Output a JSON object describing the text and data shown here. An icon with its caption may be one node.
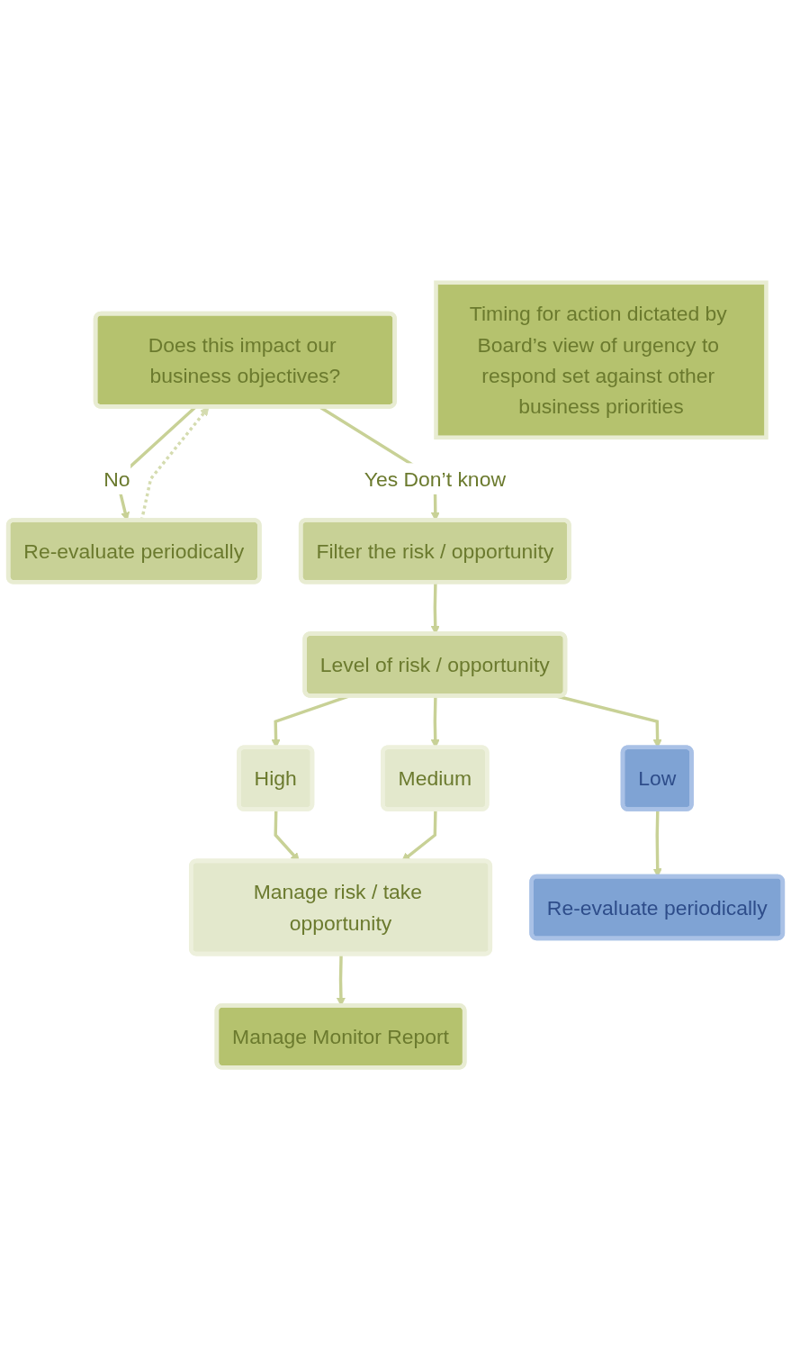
{
  "diagram": {
    "nodes": [
      {
        "text": [
          "Does this impact our business objectives?"
        ]
      },
      {
        "text": [
          "Re-evaluate periodically"
        ]
      },
      {
        "text": [
          "Filter the risk / opportunity"
        ]
      },
      {
        "text": [
          "Level of risk / opportunity"
        ]
      },
      {
        "text": [
          "High"
        ]
      },
      {
        "text": [
          "Medium"
        ]
      },
      {
        "text": [
          "Low"
        ]
      },
      {
        "text": [
          "Manage risk / take opportunity"
        ]
      },
      {
        "text": [
          "Re-evaluate periodically"
        ]
      },
      {
        "text": [
          "Manage Monitor Report"
        ]
      },
      {
        "text": [
          "Timing for action dictated by Board’s view of urgency to respond set against other business priorities"
        ]
      }
    ],
    "edges": [
      {
        "from": 0,
        "to": 1,
        "arrow": "to",
        "label": "No"
      },
      {
        "from": 1,
        "to": 0,
        "arrow": "to",
        "style": "dashed"
      },
      {
        "from": 0,
        "to": 2,
        "arrow": "to",
        "label": "Yes Don’t know"
      },
      {
        "from": 2,
        "to": 3,
        "arrow": "to"
      },
      {
        "from": 3,
        "to": 4,
        "arrow": "to"
      },
      {
        "from": 3,
        "to": 5,
        "arrow": "to"
      },
      {
        "from": 3,
        "to": 6,
        "arrow": "to"
      },
      {
        "from": 4,
        "to": 7,
        "arrow": "to"
      },
      {
        "from": 5,
        "to": 7,
        "arrow": "to"
      },
      {
        "from": 6,
        "to": 8,
        "arrow": "to"
      },
      {
        "from": 7,
        "to": 9,
        "arrow": "to"
      }
    ]
  }
}
